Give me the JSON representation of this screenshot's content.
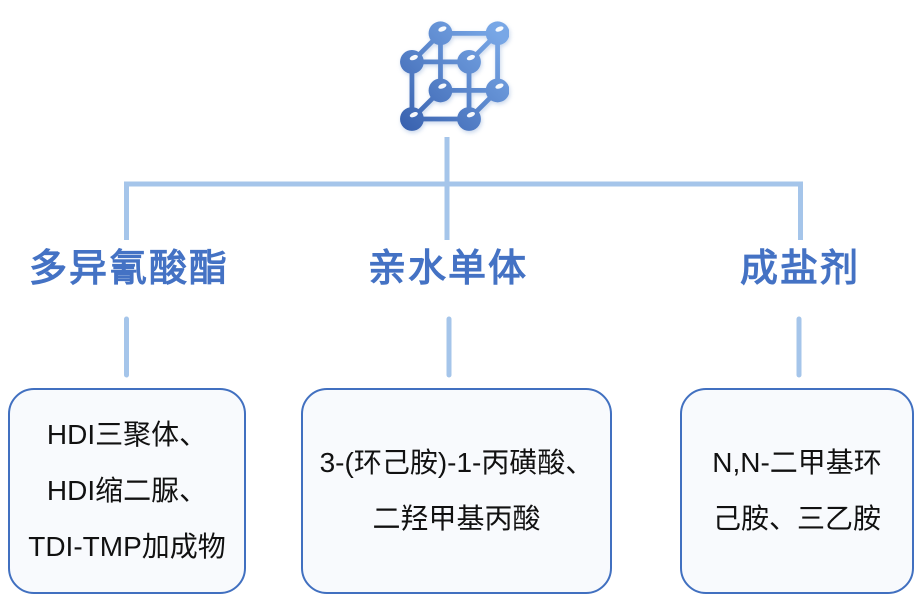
{
  "root": {
    "icon": "lattice-cube-icon"
  },
  "columns": [
    {
      "header": "多异氰酸酯",
      "lines": [
        "HDI三聚体、",
        "HDI缩二脲、",
        "TDI-TMP加成物"
      ]
    },
    {
      "header": "亲水单体",
      "lines": [
        "3-(环己胺)-1-丙磺酸、",
        "二羟甲基丙酸"
      ]
    },
    {
      "header": "成盐剂",
      "lines": [
        "N,N-二甲基环",
        "己胺、三乙胺"
      ]
    }
  ],
  "colors": {
    "accent": "#4472C4",
    "connector": "#A5C5EA",
    "box-fill": "#F8FAFD",
    "box-border": "#4170C0",
    "text": "#111111",
    "icon-dark": "#3A63B0",
    "icon-light": "#78A7E6"
  }
}
